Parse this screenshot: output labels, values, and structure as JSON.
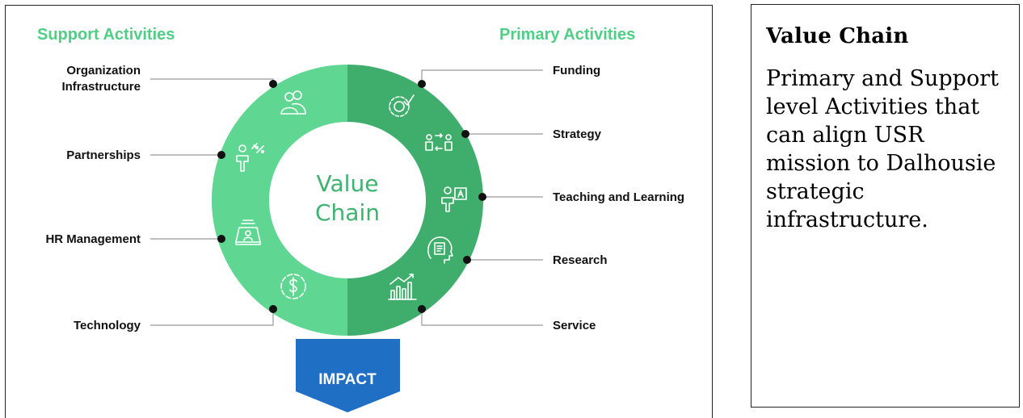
{
  "diagram": {
    "support_header": "Support Activities",
    "primary_header": "Primary Activities",
    "center_line1": "Value",
    "center_line2": "Chain",
    "impact_label": "IMPACT",
    "support_items": [
      {
        "line1": "Organization",
        "line2": "Infrastructure",
        "icon": "people-icon"
      },
      {
        "line1": "Partnerships",
        "line2": "",
        "icon": "person-percent-icon"
      },
      {
        "line1": "HR Management",
        "line2": "",
        "icon": "inbox-person-icon"
      },
      {
        "line1": "Technology",
        "line2": "",
        "icon": "dollar-cycle-icon"
      }
    ],
    "primary_items": [
      {
        "label": "Funding",
        "icon": "gear-check-icon"
      },
      {
        "label": "Strategy",
        "icon": "exchange-icon"
      },
      {
        "label": "Teaching and Learning",
        "icon": "teacher-board-icon"
      },
      {
        "label": "Research",
        "icon": "head-document-icon"
      },
      {
        "label": "Service",
        "icon": "chart-growth-icon"
      }
    ],
    "colors": {
      "support_ring": "#5fd691",
      "primary_ring": "#3fae6c",
      "header_text": "#4fcf86",
      "impact": "#1f6fc5"
    }
  },
  "side_panel": {
    "title": "Value Chain",
    "body": "Primary and Support level Activities that can align USR mission to Dalhousie strategic infrastructure."
  }
}
